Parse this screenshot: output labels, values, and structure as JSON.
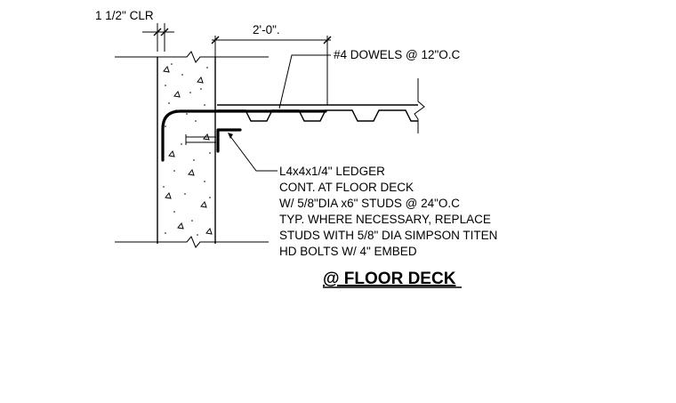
{
  "dimensions": {
    "clear_cover": "1 1/2\" CLR",
    "dowel_length": "2'-0\"."
  },
  "callouts": {
    "dowels": "#4 DOWELS @ 12\"O.C",
    "ledger_lines": [
      "L4x4x1/4\" LEDGER",
      "CONT. AT FLOOR DECK",
      "W/ 5/8\"DIA x6\" STUDS @ 24\"O.C",
      "TYP. WHERE NECESSARY, REPLACE",
      "STUDS WITH 5/8\" DIA SIMPSON TITEN",
      "HD BOLTS W/ 4\" EMBED"
    ]
  },
  "detail_title": "@ FLOOR DECK"
}
